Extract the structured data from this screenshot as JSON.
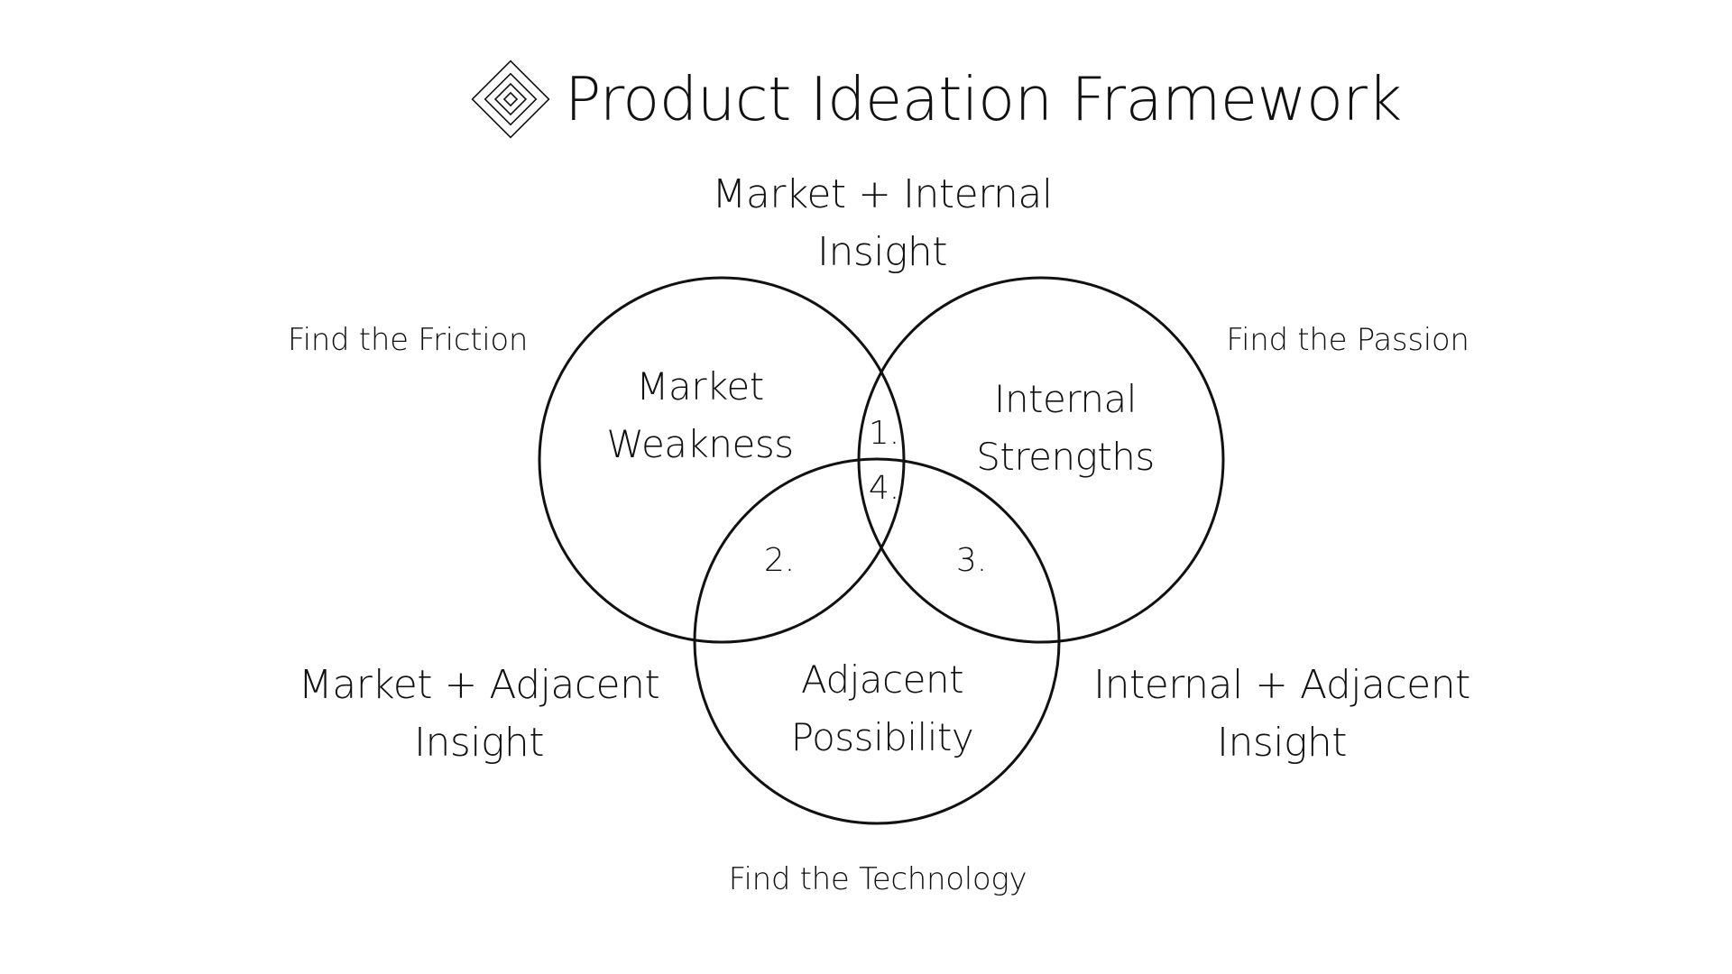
{
  "title": "Product Ideation Framework",
  "icons": {
    "logo": "nested-diamond-icon"
  },
  "circles": {
    "market": "Market\nWeakness",
    "internal": "Internal\nStrengths",
    "adjacent": "Adjacent\nPossibility"
  },
  "combinations": {
    "market_internal": "Market + Internal\nInsight",
    "market_adjacent": "Market + Adjacent\nInsight",
    "internal_adjacent": "Internal + Adjacent\nInsight"
  },
  "finders": {
    "friction": "Find the Friction",
    "passion": "Find the Passion",
    "technology": "Find the Technology"
  },
  "intersections": {
    "one": "1.",
    "two": "2.",
    "three": "3.",
    "four": "4."
  },
  "colors": {
    "stroke": "#111111",
    "background": "#ffffff"
  }
}
